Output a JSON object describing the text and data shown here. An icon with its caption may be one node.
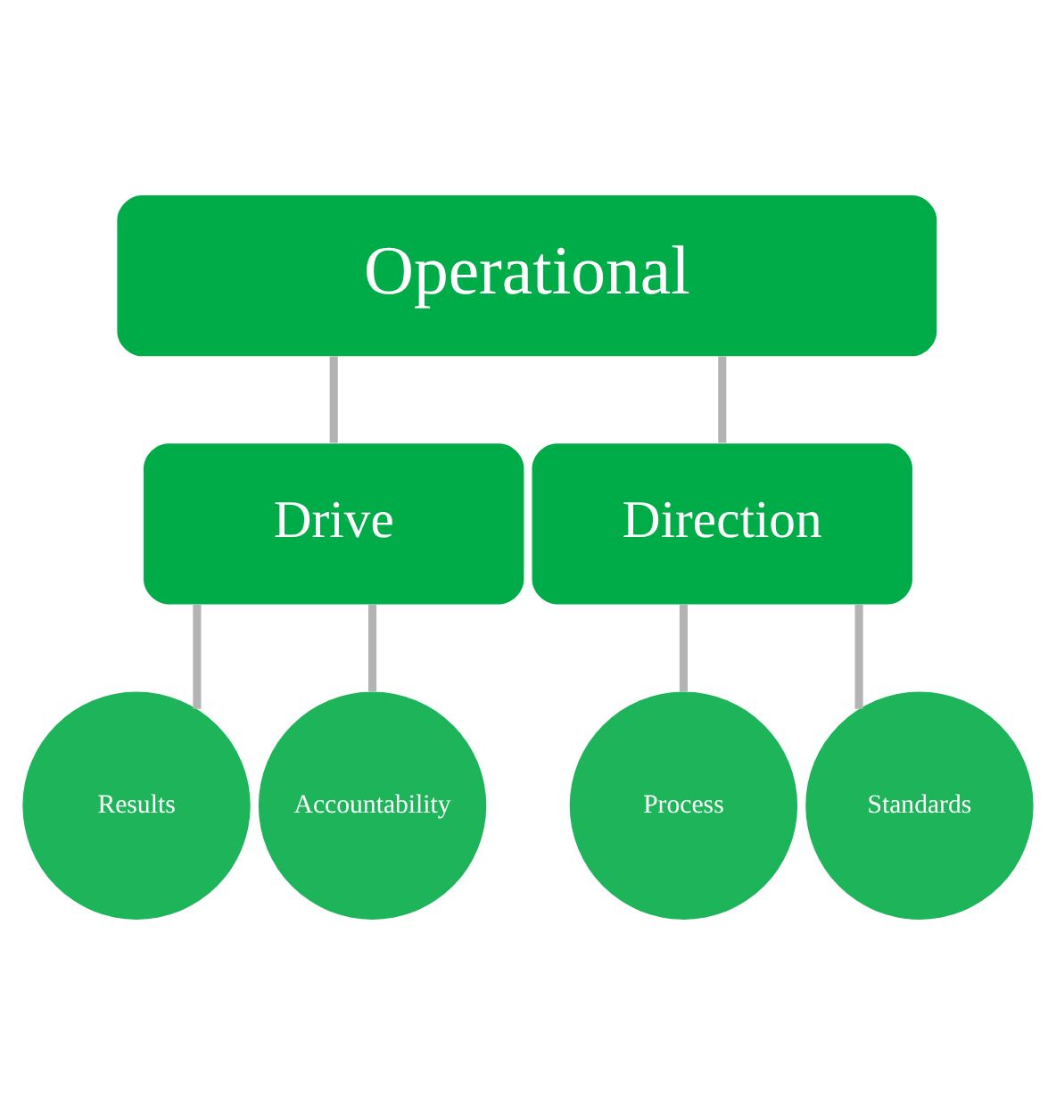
{
  "diagram": {
    "nodes": [
      {
        "text": [
          "Operational"
        ]
      },
      {
        "text": [
          "Drive"
        ]
      },
      {
        "text": [
          "Direction"
        ]
      },
      {
        "text": [
          "Results"
        ]
      },
      {
        "text": [
          "Accountability"
        ]
      },
      {
        "text": [
          "Process"
        ]
      },
      {
        "text": [
          "Standards"
        ]
      }
    ],
    "edges": [
      {
        "from": 0,
        "to": 1,
        "arrow": "none"
      },
      {
        "from": 0,
        "to": 2,
        "arrow": "none"
      },
      {
        "from": 1,
        "to": 3,
        "arrow": "none"
      },
      {
        "from": 1,
        "to": 4,
        "arrow": "none"
      },
      {
        "from": 2,
        "to": 5,
        "arrow": "none"
      },
      {
        "from": 2,
        "to": 6,
        "arrow": "none"
      }
    ]
  }
}
